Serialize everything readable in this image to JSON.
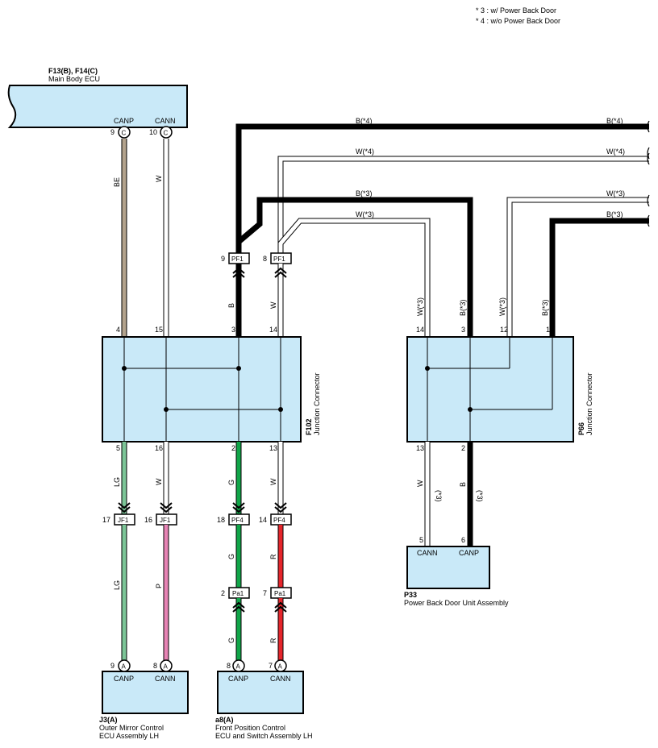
{
  "notes": [
    "* 3 : w/ Power Back Door",
    "* 4 : w/o Power Back Door"
  ],
  "main_ecu": {
    "code": "F13(B), F14(C)",
    "name": "Main Body ECU",
    "pins": [
      {
        "label": "CANP",
        "num": "9",
        "conn": "C"
      },
      {
        "label": "CANN",
        "num": "10",
        "conn": "C"
      }
    ]
  },
  "f102": {
    "code": "F102",
    "name": "Junction Connector",
    "top_pins": [
      "4",
      "15",
      "3",
      "14"
    ],
    "bottom_pins": [
      "5",
      "16",
      "2",
      "13"
    ]
  },
  "p66": {
    "code": "P66",
    "name": "Junction Connector",
    "top_pins": [
      "14",
      "3",
      "12",
      "1"
    ],
    "bottom_pins": [
      "13",
      "2"
    ]
  },
  "p33": {
    "code": "P33",
    "name": "Power Back Door Unit Assembly",
    "pins": [
      {
        "label": "CANN",
        "num": "5"
      },
      {
        "label": "CANP",
        "num": "6"
      }
    ]
  },
  "j3": {
    "code": "J3(A)",
    "name_line1": "Outer Mirror Control",
    "name_line2": "ECU Assembly LH",
    "pins": [
      {
        "label": "CANP",
        "num": "9",
        "conn": "A"
      },
      {
        "label": "CANN",
        "num": "8",
        "conn": "A"
      }
    ]
  },
  "a8": {
    "code": "a8(A)",
    "name_line1": "Front Position Control",
    "name_line2": "ECU and Switch Assembly LH",
    "pins": [
      {
        "label": "CANP",
        "num": "8",
        "conn": "A"
      },
      {
        "label": "CANN",
        "num": "7",
        "conn": "A"
      }
    ]
  },
  "connectors": {
    "pf1_a": {
      "name": "PF1",
      "num": "9"
    },
    "pf1_b": {
      "name": "PF1",
      "num": "8"
    },
    "jf1_a": {
      "name": "JF1",
      "num": "17"
    },
    "jf1_b": {
      "name": "JF1",
      "num": "16"
    },
    "pf4_a": {
      "name": "PF4",
      "num": "18"
    },
    "pf4_b": {
      "name": "PF4",
      "num": "14"
    },
    "pa1_a": {
      "name": "Pa1",
      "num": "2"
    },
    "pa1_b": {
      "name": "Pa1",
      "num": "7"
    }
  },
  "wire_labels": {
    "be": "BE",
    "w": "W",
    "b": "B",
    "lg": "LG",
    "p": "P",
    "g": "G",
    "r": "R",
    "b4": "B(*4)",
    "w4": "W(*4)",
    "b3": "B(*3)",
    "w3": "W(*3)",
    "star3": "(*3)"
  },
  "colors": {
    "BE": "#b3a38d",
    "LG": "#7cc597",
    "P": "#e784b5",
    "G": "#10a548",
    "R": "#e5252b",
    "B": "#000000",
    "W": "#ffffff",
    "box": "#c9e9f8"
  }
}
